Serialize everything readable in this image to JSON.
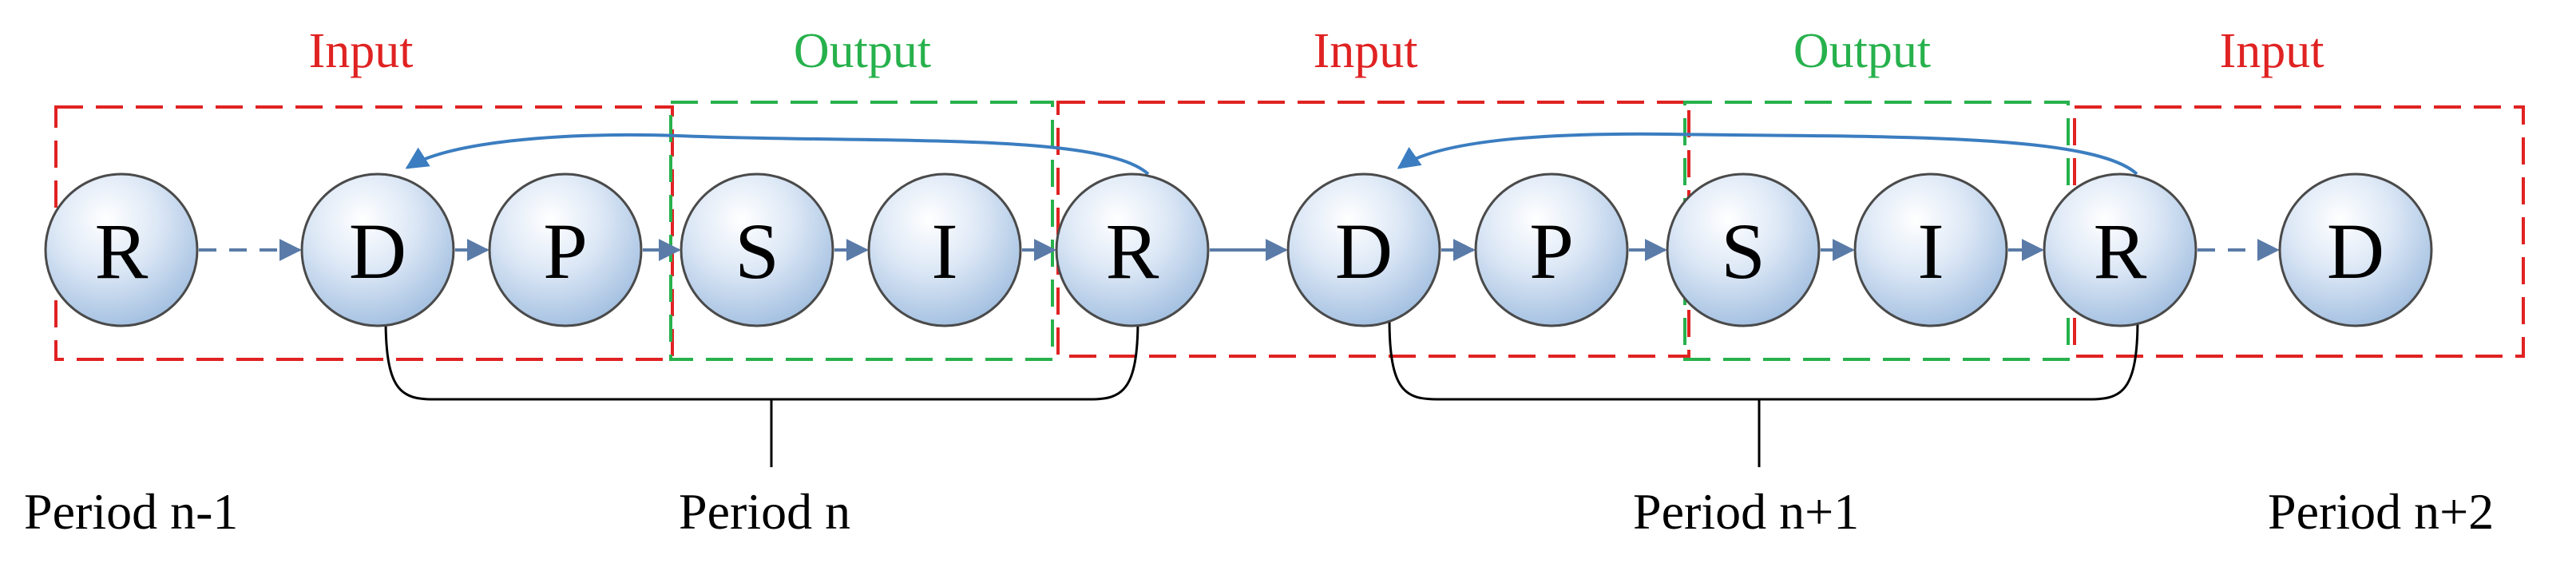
{
  "colors": {
    "input": "#e02222",
    "output": "#27b14c",
    "arrow": "#5a7ba8",
    "feedback": "#3b7dc0",
    "node_stroke": "#4a4a4a",
    "bracket": "#000000"
  },
  "nodes": [
    {
      "id": "r0",
      "label": "R"
    },
    {
      "id": "d1",
      "label": "D"
    },
    {
      "id": "p1",
      "label": "P"
    },
    {
      "id": "s1",
      "label": "S"
    },
    {
      "id": "i1",
      "label": "I"
    },
    {
      "id": "r1",
      "label": "R"
    },
    {
      "id": "d2",
      "label": "D"
    },
    {
      "id": "p2",
      "label": "P"
    },
    {
      "id": "s2",
      "label": "S"
    },
    {
      "id": "i2",
      "label": "I"
    },
    {
      "id": "r2",
      "label": "R"
    },
    {
      "id": "d3",
      "label": "D"
    }
  ],
  "edges": [
    {
      "from": "r0",
      "to": "d1",
      "style": "dashed"
    },
    {
      "from": "d1",
      "to": "p1",
      "style": "solid"
    },
    {
      "from": "p1",
      "to": "s1",
      "style": "solid"
    },
    {
      "from": "s1",
      "to": "i1",
      "style": "solid"
    },
    {
      "from": "i1",
      "to": "r1",
      "style": "solid"
    },
    {
      "from": "r1",
      "to": "d2",
      "style": "solid"
    },
    {
      "from": "d2",
      "to": "p2",
      "style": "solid"
    },
    {
      "from": "p2",
      "to": "s2",
      "style": "solid"
    },
    {
      "from": "s2",
      "to": "i2",
      "style": "solid"
    },
    {
      "from": "i2",
      "to": "r2",
      "style": "solid"
    },
    {
      "from": "r2",
      "to": "d3",
      "style": "dashed"
    }
  ],
  "feedback": [
    {
      "from": "r1",
      "to": "d1"
    },
    {
      "from": "r2",
      "to": "d2"
    }
  ],
  "groups": [
    {
      "kind": "input",
      "label": "Input"
    },
    {
      "kind": "output",
      "label": "Output"
    },
    {
      "kind": "input",
      "label": "Input"
    },
    {
      "kind": "output",
      "label": "Output"
    },
    {
      "kind": "input",
      "label": "Input"
    }
  ],
  "periods": [
    {
      "label": "Period n-1"
    },
    {
      "label": "Period n"
    },
    {
      "label": "Period n+1"
    },
    {
      "label": "Period n+2"
    }
  ]
}
